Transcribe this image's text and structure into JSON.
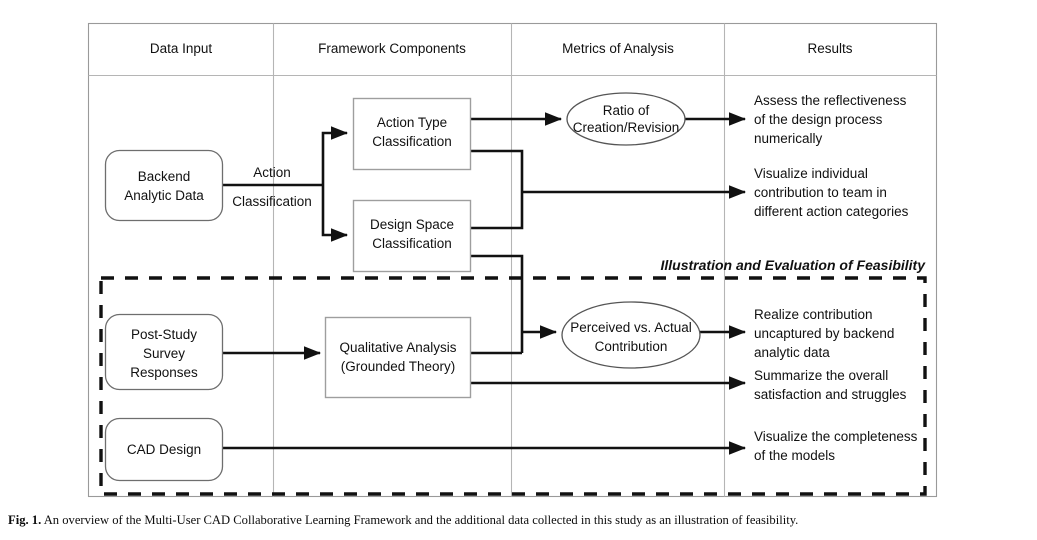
{
  "figure": {
    "caption_label": "Fig. 1.",
    "caption_text": "An overview of the Multi-User CAD Collaborative Learning Framework and the additional data collected in this study as an illustration of feasibility."
  },
  "columns": [
    {
      "label": "Data Input"
    },
    {
      "label": "Framework Components"
    },
    {
      "label": "Metrics of Analysis"
    },
    {
      "label": "Results"
    }
  ],
  "region": {
    "label": "Illustration and Evaluation of Feasibility"
  },
  "nodes": {
    "backend_data": {
      "line1": "Backend",
      "line2": "Analytic Data"
    },
    "post_study": {
      "line1": "Post-Study",
      "line2": "Survey",
      "line3": "Responses"
    },
    "cad_design": {
      "line1": "CAD Design"
    },
    "action_type": {
      "line1": "Action Type",
      "line2": "Classification"
    },
    "design_space": {
      "line1": "Design Space",
      "line2": "Classification"
    },
    "qualitative": {
      "line1": "Qualitative Analysis",
      "line2": "(Grounded Theory)"
    },
    "ratio_metric": {
      "line1": "Ratio of",
      "line2": "Creation/Revision"
    },
    "contribution_metric": {
      "line1": "Perceived vs. Actual",
      "line2": "Contribution"
    }
  },
  "edge_labels": {
    "action_classification_top": "Action",
    "action_classification_bottom": "Classification"
  },
  "results": {
    "reflectiveness": {
      "line1": "Assess the reflectiveness",
      "line2": "of the design process",
      "line3": "numerically"
    },
    "individual_contribution": {
      "line1": "Visualize individual",
      "line2": "contribution to team in",
      "line3": "different action categories"
    },
    "realize_contribution": {
      "line1": "Realize contribution",
      "line2": "uncaptured by backend",
      "line3": "analytic data"
    },
    "satisfaction": {
      "line1": "Summarize the overall",
      "line2": "satisfaction and struggles"
    },
    "completeness": {
      "line1": "Visualize the completeness",
      "line2": "of the models"
    }
  },
  "colors": {
    "line": "#111111",
    "frame": "#9a9a9a",
    "divider": "#b5b5b5",
    "background": "#ffffff"
  }
}
